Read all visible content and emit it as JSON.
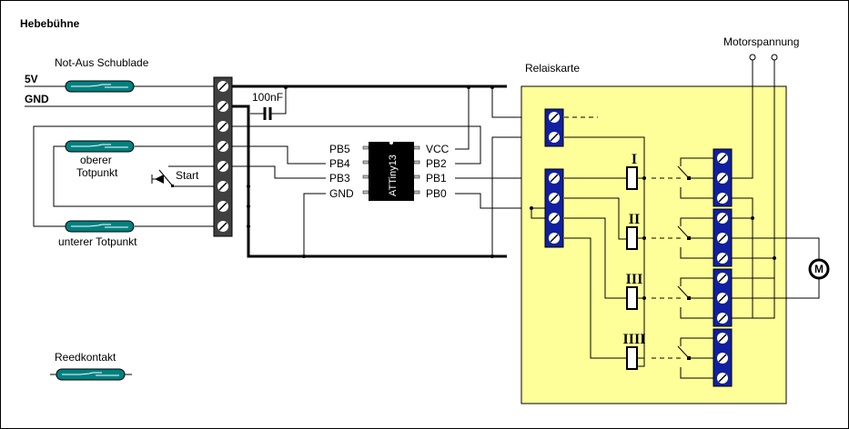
{
  "title": "Hebebühne",
  "labels": {
    "supply_5v": "5V",
    "supply_gnd": "GND",
    "not_aus": "Not-Aus Schublade",
    "oberer_1": "oberer",
    "oberer_2": "Totpunkt",
    "unterer": "unterer Totpunkt",
    "start": "Start",
    "capacitor": "100nF",
    "legend_reed": "Reedkontakt",
    "relaiskarte": "Relaiskarte",
    "motorspannung": "Motorspannung",
    "motor": "M"
  },
  "mcu": {
    "name": "ATTiny13",
    "left_pins": [
      "PB5",
      "PB4",
      "PB3",
      "GND"
    ],
    "right_pins": [
      "VCC",
      "PB2",
      "PB1",
      "PB0"
    ]
  },
  "relays": [
    "I",
    "II",
    "III",
    "IIII"
  ],
  "colors": {
    "reed_fill": "#008080",
    "terminal_dark": "#404040",
    "terminal_blue": "#1020a0",
    "relay_board": "#ffff99",
    "background": "#ffffff",
    "border": "#000000"
  }
}
